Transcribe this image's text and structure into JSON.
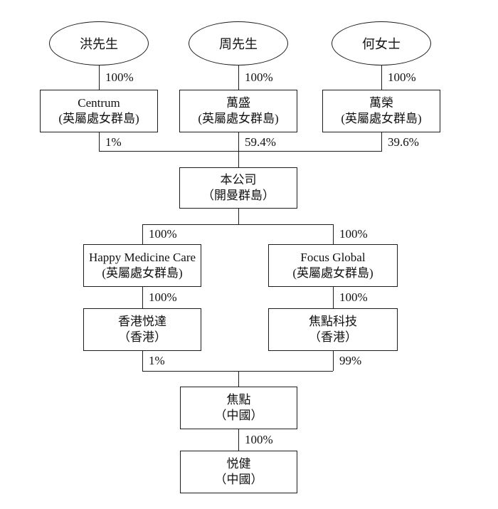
{
  "page": {
    "background_color": "#ffffff",
    "line_color": "#1c1c1c",
    "text_color": "#111111"
  },
  "nodes": {
    "hong": {
      "label": "洪先生"
    },
    "zhou": {
      "label": "周先生"
    },
    "he": {
      "label": "何女士"
    },
    "centrum": {
      "name": "Centrum",
      "jurisdiction": "(英屬處女群島)"
    },
    "wansheng": {
      "name": "萬盛",
      "jurisdiction": "(英屬處女群島)"
    },
    "wanrong": {
      "name": "萬榮",
      "jurisdiction": "(英屬處女群島)"
    },
    "company": {
      "name": "本公司",
      "jurisdiction": "（開曼群島）"
    },
    "happy_medicine_care": {
      "name": "Happy Medicine Care",
      "jurisdiction": "(英屬處女群島)"
    },
    "focus_global": {
      "name": "Focus Global",
      "jurisdiction": "(英屬處女群島)"
    },
    "hk_yueda": {
      "name": "香港悦達",
      "jurisdiction": "（香港）"
    },
    "focus_tech": {
      "name": "焦點科技",
      "jurisdiction": "（香港）"
    },
    "jiaodian": {
      "name": "焦點",
      "jurisdiction": "（中國）"
    },
    "yuejian": {
      "name": "悦健",
      "jurisdiction": "（中國）"
    }
  },
  "edges": {
    "hong_to_centrum": "100%",
    "zhou_to_wansheng": "100%",
    "he_to_wanrong": "100%",
    "centrum_to_company": "1%",
    "wansheng_to_company": "59.4%",
    "wanrong_to_company": "39.6%",
    "company_to_happy": "100%",
    "company_to_focus": "100%",
    "happy_to_hk_yueda": "100%",
    "focus_to_focus_tech": "100%",
    "hk_yueda_to_jiaodian": "1%",
    "focus_tech_to_jiaodian": "99%",
    "jiaodian_to_yuejian": "100%"
  }
}
